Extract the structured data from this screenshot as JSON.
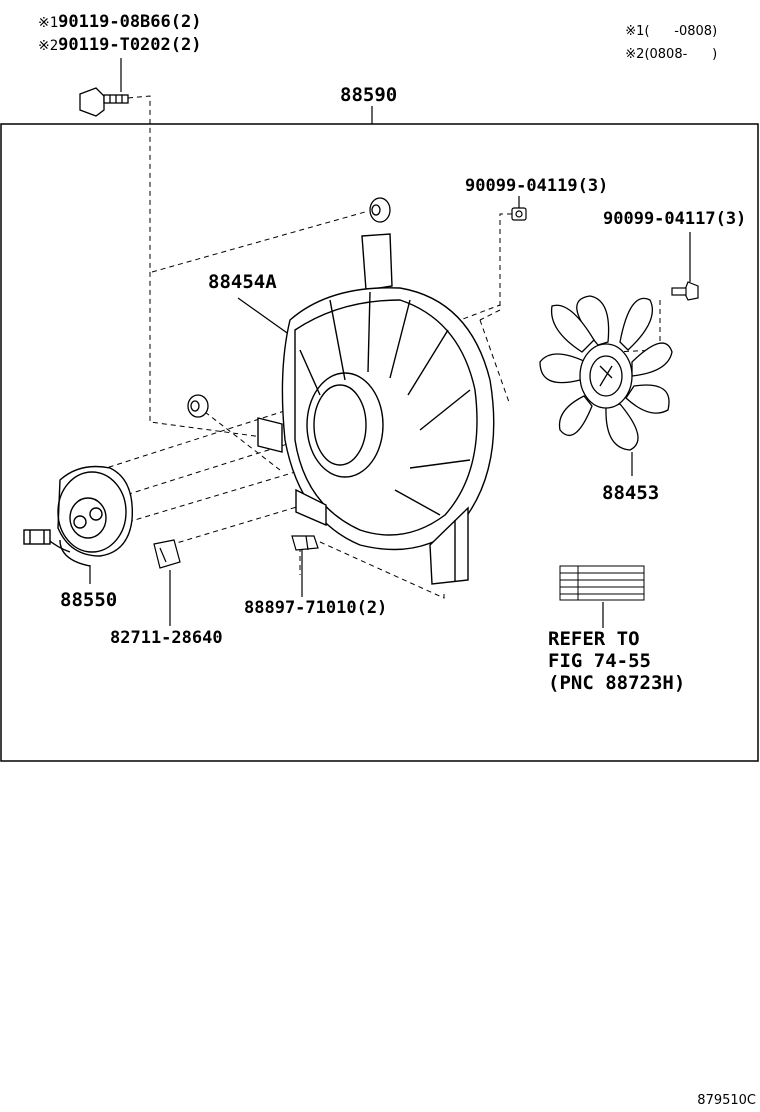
{
  "header": {
    "note1_mark": "※1",
    "note1_text": "(      -0808)",
    "note2_mark": "※2",
    "note2_text": "(0808-      )"
  },
  "parts": {
    "bolt_a_mark": "※1",
    "bolt_a": "90119-08B66(2)",
    "bolt_b_mark": "※2",
    "bolt_b": "90119-T0202(2)",
    "shroud_assy": "88590",
    "shroud": "88454A",
    "nut_a": "90099-04119(3)",
    "nut_b": "90099-04117(3)",
    "fan": "88453",
    "motor": "88550",
    "clamp": "82711-28640",
    "cushion": "88897-71010(2)"
  },
  "refer": {
    "line1": "REFER TO",
    "line2": "FIG 74-55",
    "line3": "(PNC 88723H)"
  },
  "figure_id": "879510C"
}
